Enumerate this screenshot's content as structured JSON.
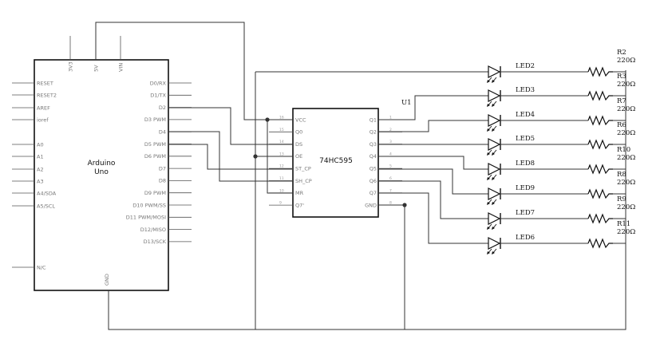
{
  "arduino": {
    "name": "Arduino Uno",
    "title_line1": "Arduino",
    "title_line2": "Uno",
    "top_pins": [
      "3V3",
      "5V",
      "VIN"
    ],
    "left_pins": [
      "RESET",
      "RESET2",
      "AREF",
      "ioref",
      "A0",
      "A1",
      "A2",
      "A3",
      "A4/SDA",
      "A5/SCL",
      "N/C"
    ],
    "right_pins": [
      "D0/RX",
      "D1/TX",
      "D2",
      "D3 PWM",
      "D4",
      "D5 PWM",
      "D6 PWM",
      "D7",
      "D8",
      "D9 PWM",
      "D10 PWM/SS",
      "D11 PWM/MOSI",
      "D12/MISO",
      "D13/SCK"
    ],
    "bottom_pin": "GND"
  },
  "shift_register": {
    "name": "74HC595",
    "designator": "U1",
    "left_pins": [
      "VCC",
      "Q0",
      "DS",
      "OE",
      "ST_CP",
      "SH_CP",
      "MR",
      "Q7'"
    ],
    "left_pin_numbers": [
      "16",
      "15",
      "14",
      "13",
      "12",
      "11",
      "10",
      "9"
    ],
    "right_pins": [
      "Q1",
      "Q2",
      "Q3",
      "Q4",
      "Q5",
      "Q6",
      "Q7",
      "GND"
    ],
    "right_pin_numbers": [
      "1",
      "2",
      "3",
      "4",
      "5",
      "6",
      "7",
      "8"
    ]
  },
  "leds": [
    "LED2",
    "LED3",
    "LED4",
    "LED5",
    "LED8",
    "LED9",
    "LED7",
    "LED6"
  ],
  "resistors": [
    {
      "name": "R2",
      "value": "220Ω"
    },
    {
      "name": "R3",
      "value": "220Ω"
    },
    {
      "name": "R7",
      "value": "220Ω"
    },
    {
      "name": "R6",
      "value": "220Ω"
    },
    {
      "name": "R10",
      "value": "220Ω"
    },
    {
      "name": "R8",
      "value": "220Ω"
    },
    {
      "name": "R9",
      "value": "220Ω"
    },
    {
      "name": "R11",
      "value": "220Ω"
    }
  ]
}
